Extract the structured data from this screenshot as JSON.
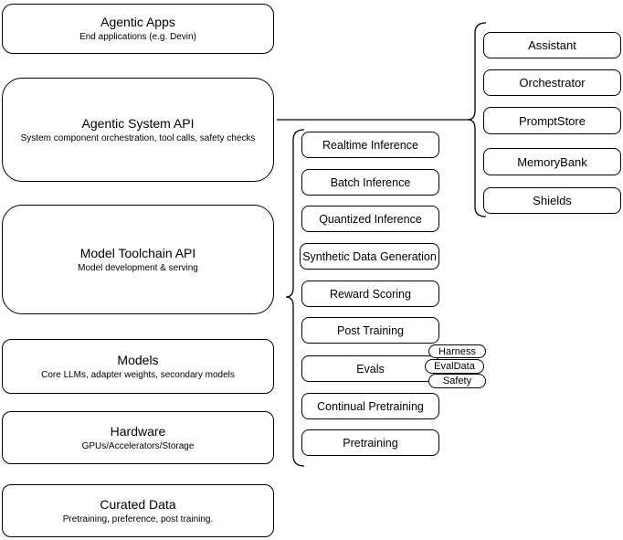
{
  "colors": {
    "stroke": "#000000",
    "fill": "#ffffff",
    "text": "#000000"
  },
  "left_column": {
    "boxes": [
      {
        "title": "Agentic Apps",
        "subtitle": "End applications (e.g. Devin)"
      },
      {
        "title": "Agentic System API",
        "subtitle": "System component orchestration, tool calls, safety checks"
      },
      {
        "title": "Model Toolchain API",
        "subtitle": "Model development & serving"
      },
      {
        "title": "Models",
        "subtitle": "Core LLMs, adapter weights, secondary models"
      },
      {
        "title": "Hardware",
        "subtitle": "GPUs/Accelerators/Storage"
      },
      {
        "title": "Curated Data",
        "subtitle": "Pretraining, preference, post training."
      }
    ]
  },
  "toolchain_group": {
    "boxes": [
      "Realtime Inference",
      "Batch Inference",
      "Quantized Inference",
      "Synthetic Data Generation",
      "Reward Scoring",
      "Post Training",
      "Evals",
      "Continual Pretraining",
      "Pretraining"
    ],
    "evals_tags": [
      "Harness",
      "EvalData",
      "Safety"
    ]
  },
  "system_group": {
    "boxes": [
      "Assistant",
      "Orchestrator",
      "PromptStore",
      "MemoryBank",
      "Shields"
    ]
  }
}
